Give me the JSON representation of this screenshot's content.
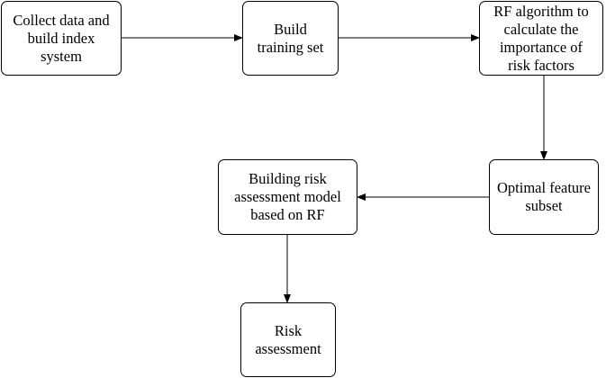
{
  "diagram": {
    "nodes": [
      {
        "id": "collect",
        "label": "Collect data and\nbuild index\nsystem"
      },
      {
        "id": "train",
        "label": "Build\ntraining set"
      },
      {
        "id": "rf",
        "label": "RF algorithm to\ncalculate the\nimportance of\nrisk factors"
      },
      {
        "id": "optimal",
        "label": "Optimal feature\nsubset"
      },
      {
        "id": "model",
        "label": "Building risk\nassessment model\nbased on RF"
      },
      {
        "id": "risk",
        "label": "Risk\nassessment"
      }
    ],
    "edges": [
      {
        "from": "collect",
        "to": "train"
      },
      {
        "from": "train",
        "to": "rf"
      },
      {
        "from": "rf",
        "to": "optimal"
      },
      {
        "from": "optimal",
        "to": "model"
      },
      {
        "from": "model",
        "to": "risk"
      }
    ],
    "colors": {
      "stroke": "#000000",
      "fill": "#ffffff",
      "text": "#000000"
    }
  }
}
